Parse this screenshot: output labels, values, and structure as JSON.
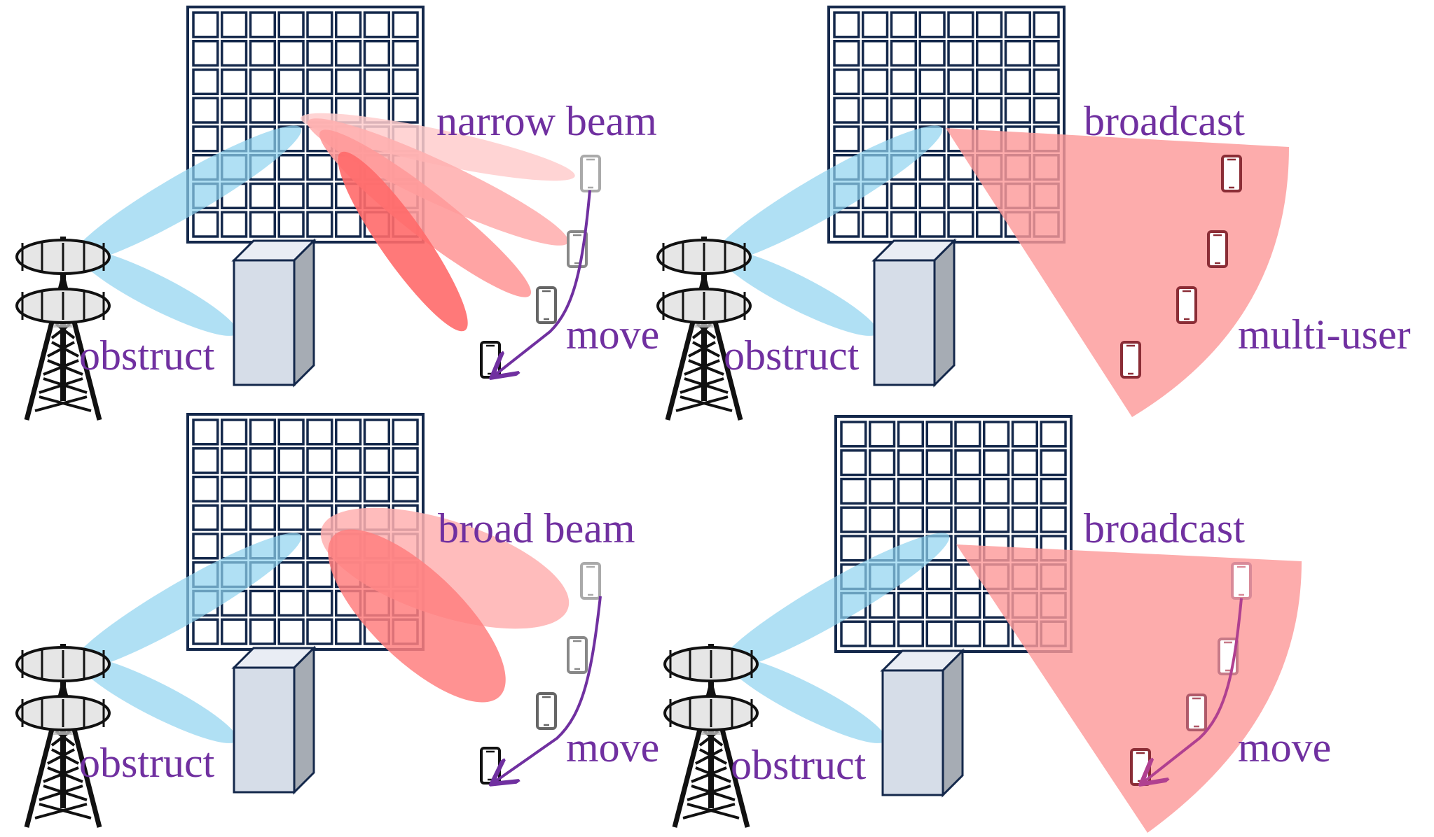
{
  "colors": {
    "ris_frame": "#14284b",
    "beam_blue": "#8fd3f0",
    "beam_red_dark": "#ff5a5a",
    "beam_red_mid": "#ff8080",
    "beam_red_light": "#ffb3b3",
    "broadcast_fan": "#fc9a9a",
    "label_purple": "#7030a0",
    "move_arrow": "#7030a0",
    "move_arrow_pink": "#b04090",
    "building_front": "#d6dde8",
    "building_side": "#a6acb4",
    "building_top": "#e9edf4",
    "tower": "#111111",
    "dish": "#e6e6e6",
    "phone_dark": "#111111",
    "phone_gray": "#888888",
    "phone_light": "#aaaaaa",
    "phone_maroon": "#8b2d36"
  },
  "icons": [
    "cell-tower-icon",
    "building-icon",
    "ris-panel-icon",
    "smartphone-icon",
    "arrow-icon"
  ],
  "panels": {
    "top_left": {
      "beam_label": "narrow beam",
      "move_label": "move",
      "obstruct_label": "obstruct"
    },
    "top_right": {
      "broadcast_label": "broadcast",
      "multi_user_label": "multi-user",
      "obstruct_label": "obstruct"
    },
    "bottom_left": {
      "beam_label": "broad beam",
      "move_label": "move",
      "obstruct_label": "obstruct"
    },
    "bottom_right": {
      "broadcast_label": "broadcast",
      "move_label": "move",
      "obstruct_label": "obstruct"
    }
  }
}
